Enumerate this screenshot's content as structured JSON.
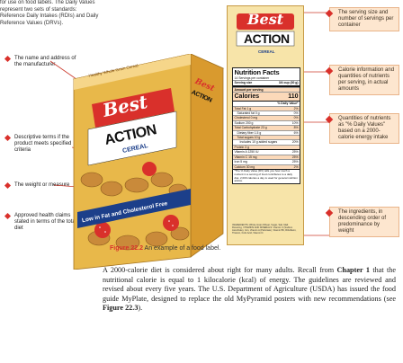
{
  "intro_text": "for use on food labels. The Daily Values represent two sets of standards: Reference Daily Intakes (RDIs) and Daily Reference Values (DRVs).",
  "left_callouts": [
    "The name and address of the manufacturer",
    "Descriptive terms if the product meets specified criteria",
    "The weight or measure",
    "Approved health claims stated in terms of the total diet"
  ],
  "right_callouts": [
    "The serving size and number of servings per container",
    "Calorie information and quantities of nutrients per serving, in actual amounts",
    "Quantities of nutrients as \"% Daily Values\" based on a 2000-calorie energy intake",
    "The ingredients, in descending order of predominance by weight"
  ],
  "box": {
    "brand": "Best",
    "product": "ACTION",
    "type": "CEREAL",
    "banner": "Low in Fat and Cholesterol Free",
    "side_brand": "Best",
    "side_product": "ACTION",
    "side_strip": "Healthy Whole Grain Cereal"
  },
  "panel": {
    "brand": "Best",
    "product": "ACTION",
    "type": "CEREAL",
    "nf_title": "Nutrition Facts",
    "servings_per_container": "14 Servings per container",
    "serving_size_label": "Serving size",
    "serving_size_value": "3/4 cup (30 g)",
    "amount_per_serving": "Amount per serving",
    "calories_label": "Calories",
    "calories_value": "110",
    "daily_value_header": "% Daily Value*",
    "rows": [
      {
        "name": "Total Fat 1 g",
        "dv": "2%"
      },
      {
        "name": "Saturated fat 0 g",
        "dv": "0%"
      },
      {
        "name": "Cholesterol 0 mg",
        "dv": "0%"
      },
      {
        "name": "Sodium 200 g",
        "dv": "10%"
      },
      {
        "name": "Total Carbohydrate 23 g",
        "dv": "8%"
      },
      {
        "name": "Dietary fiber 1.5 g",
        "dv": "6%"
      },
      {
        "name": "Total sugars 10 g",
        "dv": ""
      },
      {
        "name": "Includes 10 g added sugars",
        "dv": "20%"
      },
      {
        "name": "Protein 3 g",
        "dv": ""
      }
    ],
    "vitamins": [
      {
        "name": "Vitamin A 1250 IU",
        "dv": "25%"
      },
      {
        "name": "Vitamin C 15 mg",
        "dv": "25%"
      },
      {
        "name": "Iron 5 mg",
        "dv": "25%"
      },
      {
        "name": "Calcium 30 mg",
        "dv": "2%"
      }
    ],
    "footnote": "*The % Daily Value (DV) tells you how much a nutrient in a serving of food contributes to a daily diet. 2,000 calories a day is used for general nutrition advice.",
    "ingredients": "INGREDIENTS: Whole Grain Wheat, Sugar, Salt, Malt Flavoring, VITAMINS AND MINERALS: Vitamin C (Sodium Ascorbate), Iron, Vitamin A (Palmitate), Vitamin B6, Riboflavin, Thiamin, Folic Acid, Vitamin D."
  },
  "caption_label": "Figure 22.2",
  "caption_text": "An example of a food label.",
  "body_paragraph": [
    "A 2000-calorie diet is considered about right for many adults. Recall from ",
    "Chapter 1",
    " that the nutritional calorie is equal to 1 kilocalorie (kcal) of energy. The guidelines are reviewed and revised about every five years. The U.S. Department of Agriculture (USDA) has issued the food guide MyPlate, designed to replace the old MyPyramid posters with new recommendations (see ",
    "Figure 22.3",
    ")."
  ],
  "colors": {
    "accent_red": "#d9302b",
    "callout_fill": "#fde6cf",
    "box_gold": "#e8b84a",
    "box_side": "#d99a2e",
    "panel_bg": "#f7e4a9"
  }
}
